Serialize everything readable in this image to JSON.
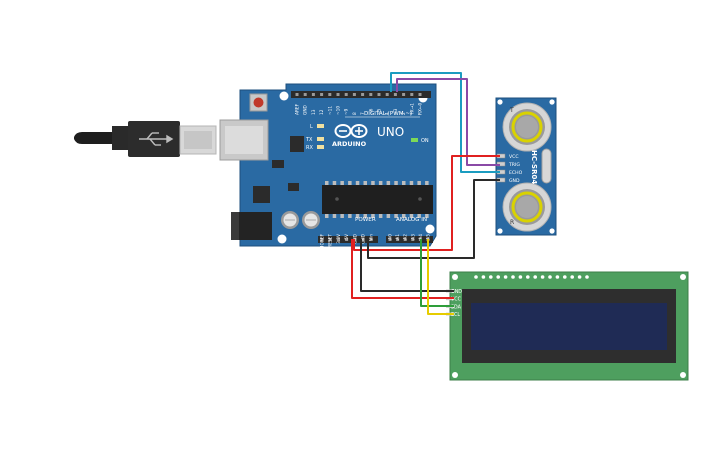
{
  "arduino": {
    "brand": "ARDUINO",
    "model": "UNO",
    "digital_header": "DIGITAL (PWM ~)",
    "power_header": "POWER",
    "analog_header": "ANALOG IN",
    "on_label": "ON",
    "led_l": "L",
    "led_tx": "TX",
    "led_rx": "RX",
    "digital_pins": [
      "AREF",
      "GND",
      "13",
      "12",
      "~11",
      "~10",
      "~9",
      "8",
      "7",
      "~6",
      "~5",
      "4",
      "~3",
      "2",
      "TX→1",
      "RX←0"
    ],
    "power_pins": [
      "IOREF",
      "RESET",
      "3.3V",
      "5V",
      "GND",
      "GND",
      "Vin"
    ],
    "analog_pins": [
      "A0",
      "A1",
      "A2",
      "A3",
      "A4",
      "A5"
    ],
    "colors": {
      "board": "#2a6aa3",
      "header": "#2b2b2b",
      "reset": "#c0392b"
    }
  },
  "sensor": {
    "model": "HC-SR04",
    "pins": [
      "VCC",
      "TRIG",
      "ECHO",
      "GND"
    ],
    "transducer_labels": [
      "T",
      "R"
    ],
    "colors": {
      "board": "#2a6aa3",
      "ring": "#d9d200"
    }
  },
  "lcd": {
    "pins": [
      "GND",
      "VCC",
      "SDA",
      "SCL"
    ],
    "colors": {
      "board": "#4e9f5f",
      "frame": "#2e2e2e",
      "screen": "#1f2b55"
    }
  },
  "wire_colors": {
    "red": "#e02020",
    "black": "#2a2a2a",
    "green": "#2e9e3a",
    "yellow": "#e6cc00",
    "cyan": "#1b9cc0",
    "purple": "#8a4aa6"
  }
}
